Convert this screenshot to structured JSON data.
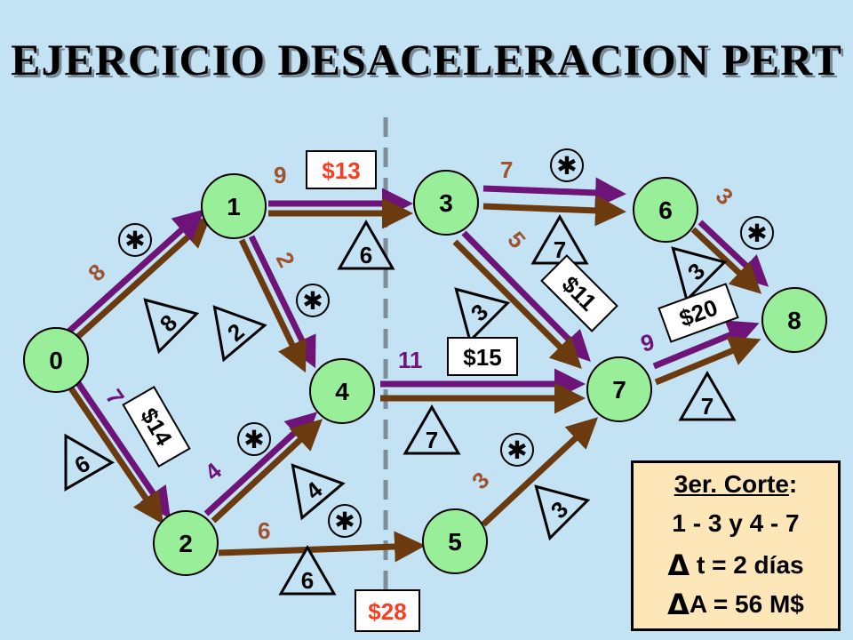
{
  "title": "EJERCICIO DESACELERACION PERT",
  "colors": {
    "background": "#c3e3f5",
    "node_fill": "#99ee99",
    "purple": "#6e1478",
    "brown": "#6b3a0f",
    "cut_label": "#ff3b1f",
    "duration_brown": "#a0522d",
    "duration_purple": "#6e1478"
  },
  "nodes": [
    {
      "id": "0",
      "label": "0"
    },
    {
      "id": "1",
      "label": "1"
    },
    {
      "id": "2",
      "label": "2"
    },
    {
      "id": "3",
      "label": "3"
    },
    {
      "id": "4",
      "label": "4"
    },
    {
      "id": "5",
      "label": "5"
    },
    {
      "id": "6",
      "label": "6"
    },
    {
      "id": "7",
      "label": "7"
    },
    {
      "id": "8",
      "label": "8"
    }
  ],
  "edges": [
    {
      "from": "0",
      "to": "1",
      "duration": "8",
      "tri": "8",
      "star": true
    },
    {
      "from": "0",
      "to": "2",
      "duration": "7",
      "tri": "6",
      "cost": "$14"
    },
    {
      "from": "1",
      "to": "3",
      "duration": "9",
      "tri": "6",
      "cost": "$13"
    },
    {
      "from": "1",
      "to": "4",
      "duration": "2",
      "tri": "2",
      "star": true
    },
    {
      "from": "2",
      "to": "4",
      "duration": "4",
      "tri": "4",
      "star": true
    },
    {
      "from": "2",
      "to": "5",
      "duration": "6",
      "tri": "6",
      "star": true
    },
    {
      "from": "3",
      "to": "6",
      "duration": "7",
      "tri": "7",
      "star": true
    },
    {
      "from": "3",
      "to": "7",
      "duration": "5",
      "tri": "3",
      "cost": "$11"
    },
    {
      "from": "4",
      "to": "7",
      "duration": "11",
      "tri": "7",
      "cost": "$15"
    },
    {
      "from": "5",
      "to": "7",
      "duration": "3",
      "tri": "3",
      "star": true
    },
    {
      "from": "6",
      "to": "8",
      "duration": "3",
      "tri": "3",
      "star": true
    },
    {
      "from": "7",
      "to": "8",
      "duration": "9",
      "tri": "7",
      "cost": "$20"
    }
  ],
  "cut_total": "$28",
  "star_symbol": "✱",
  "summary": {
    "heading": "3er. Corte",
    "heading_colon": ":",
    "cut_line": "1 - 3  y  4 - 7",
    "delta": "Δ",
    "t_label": "t",
    "t_eq": "=",
    "t_value": "2 días",
    "a_label": "A",
    "a_eq": "=",
    "a_value": "56 M$"
  }
}
